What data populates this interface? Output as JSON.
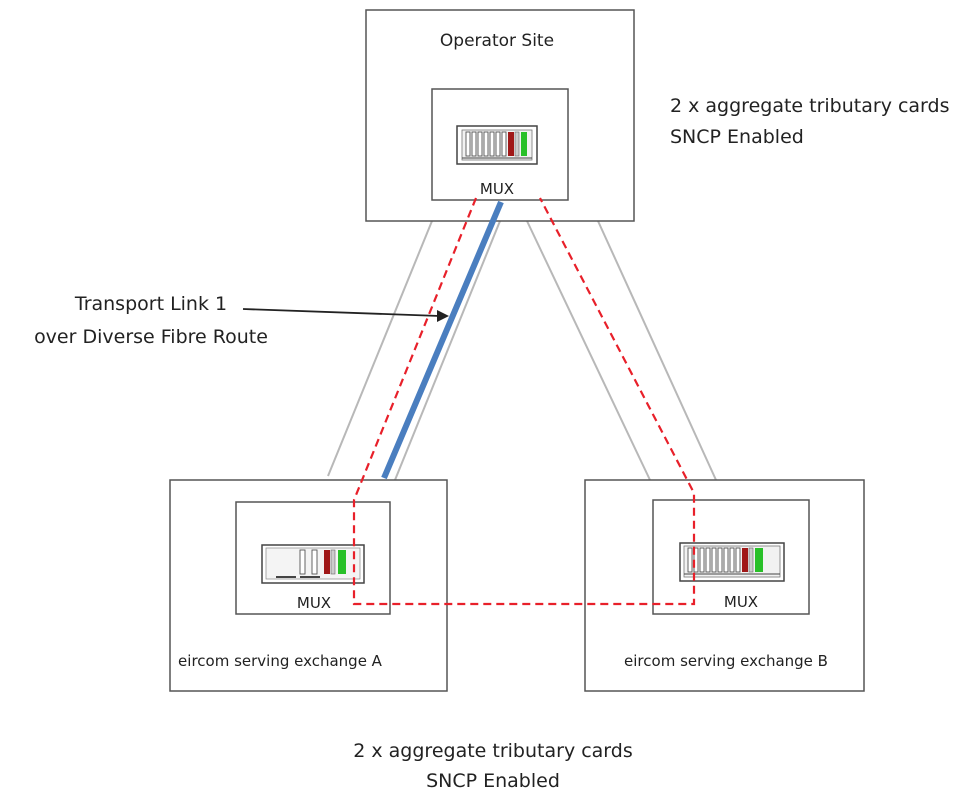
{
  "operator_site": {
    "title": "Operator Site",
    "mux_label": "MUX"
  },
  "exchange_a": {
    "label": "eircom serving exchange A",
    "mux_label": "MUX"
  },
  "exchange_b": {
    "label": "eircom serving exchange B",
    "mux_label": "MUX"
  },
  "top_note": {
    "line1": "2 x aggregate tributary cards",
    "line2": "SNCP Enabled"
  },
  "bottom_note": {
    "line1": "2 x aggregate tributary cards",
    "line2": "SNCP Enabled"
  },
  "transport_link": {
    "line1": "Transport Link 1",
    "line2": "over Diverse Fibre Route"
  },
  "colors": {
    "box_border": "#555555",
    "fibre_route": "#b8b8b8",
    "transport_link": "#4a7ebf",
    "protection_path": "#e8202a",
    "card_red": "#a01818",
    "card_green": "#28c028"
  }
}
